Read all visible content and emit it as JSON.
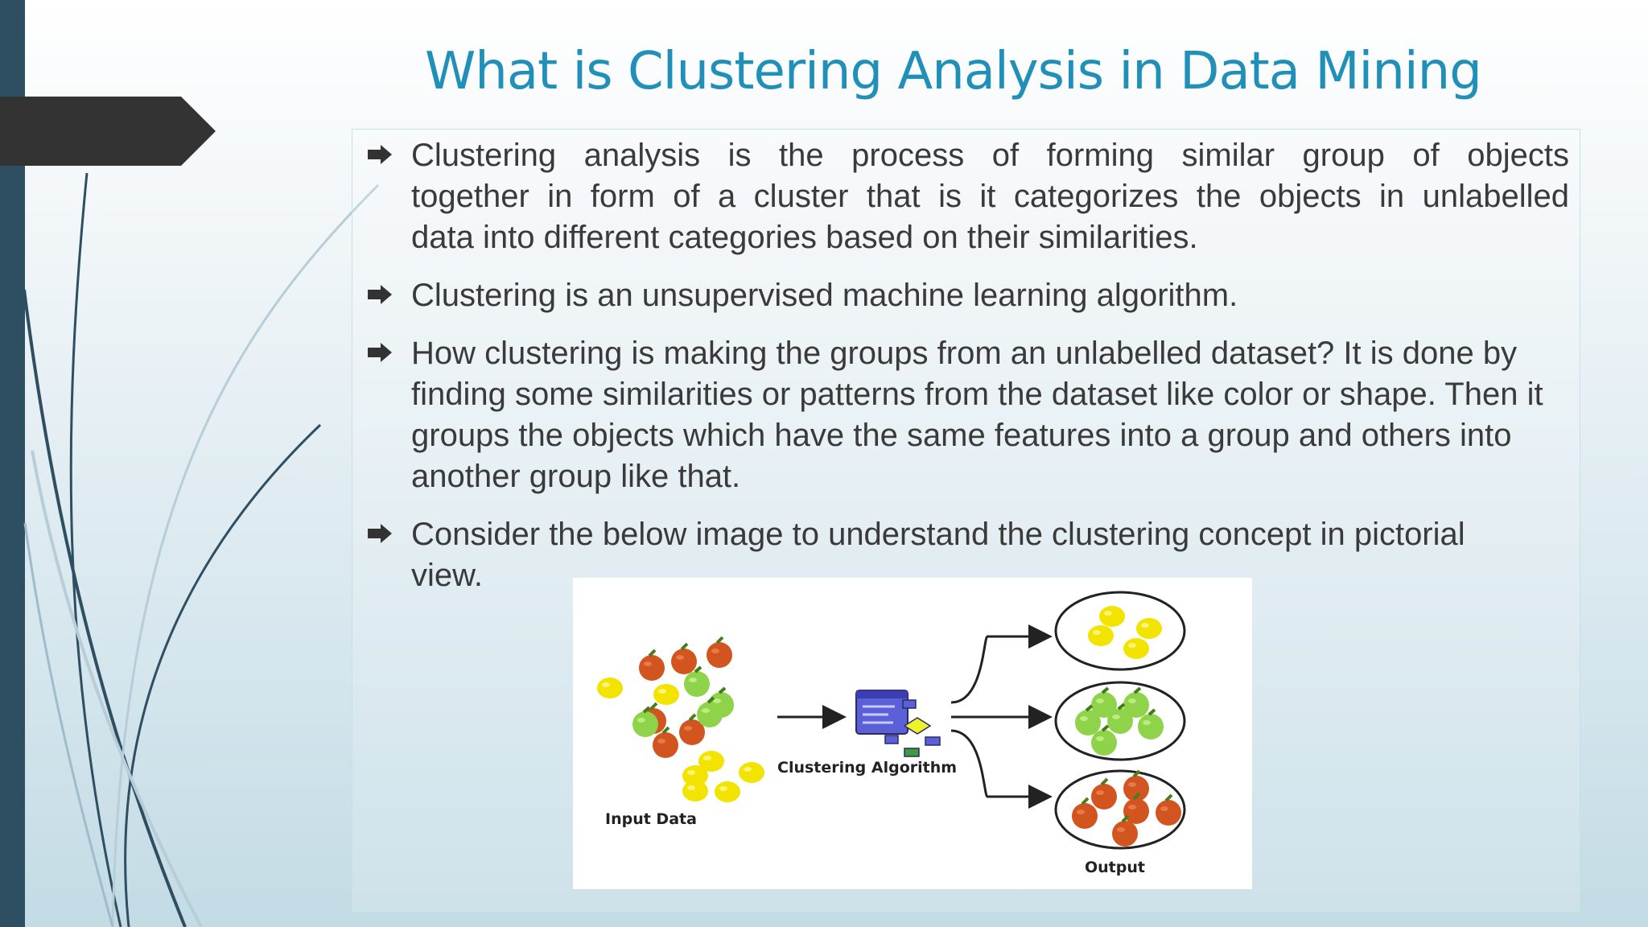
{
  "slide": {
    "title": "What is Clustering Analysis in Data Mining",
    "bullets": [
      {
        "text_line1": "Clustering analysis is the process of forming similar group of objects",
        "text_line2": "together in form of a cluster that is it categorizes the objects in unlabelled",
        "text_line3": "data into different categories based on their similarities."
      },
      {
        "text": "Clustering is an unsupervised machine learning algorithm."
      },
      {
        "text": "How clustering is making the groups from an unlabelled dataset? It is done by finding some similarities or patterns from the dataset like color or shape. Then it groups the objects which have the same features into a group and others into another group like that."
      },
      {
        "text": "Consider the below image to understand the clustering concept in pictorial view."
      }
    ]
  },
  "diagram": {
    "input_label": "Input Data",
    "algorithm_label": "Clustering Algorithm",
    "output_label": "Output"
  },
  "colors": {
    "title": "#2190b8",
    "left_bar": "#2e4f62",
    "text": "#3a3a3a",
    "orange_fruit": "#d2541f",
    "green_fruit": "#8ed34a",
    "yellow_fruit": "#f2e400"
  },
  "icons": {
    "bullet_marker": "arrow-right-bullet-icon",
    "algorithm": "algorithm-flowchart-icon"
  }
}
